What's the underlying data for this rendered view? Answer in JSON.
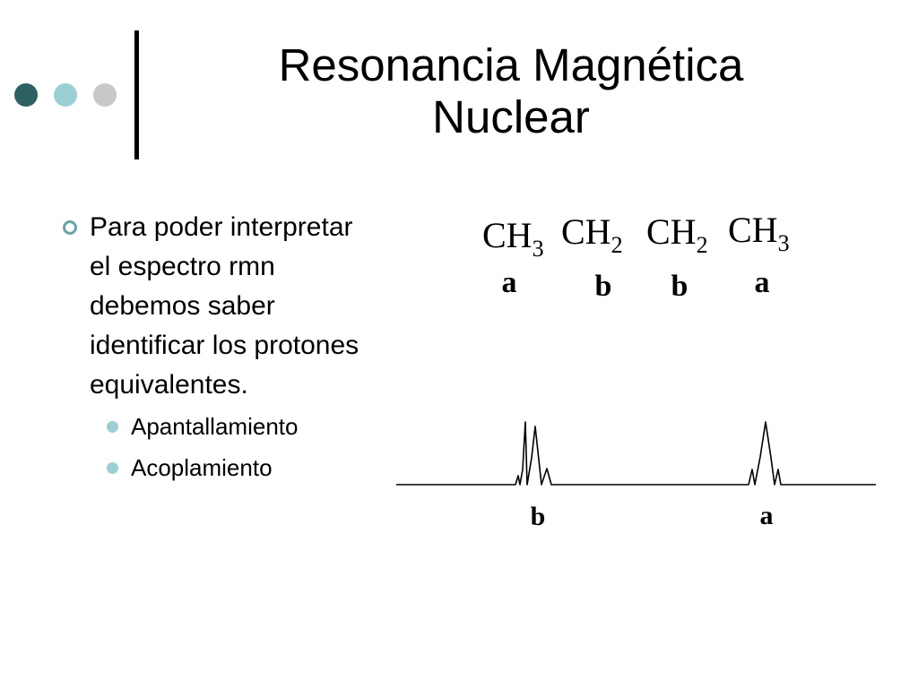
{
  "title": {
    "line1": "Resonancia Magnética",
    "line2": "Nuclear"
  },
  "bullet": "Para poder interpretar el espectro rmn debemos saber identificar los protones equivalentes.",
  "subbullets": [
    "Apantallamiento",
    "Acoplamiento"
  ],
  "figure": {
    "groups": [
      {
        "atom": "CH",
        "sub": "3",
        "label": "a"
      },
      {
        "atom": "CH",
        "sub": "2",
        "label": "b"
      },
      {
        "atom": "CH",
        "sub": "2",
        "label": "b"
      },
      {
        "atom": "CH",
        "sub": "3",
        "label": "a"
      }
    ],
    "peak_labels": [
      "b",
      "a"
    ]
  }
}
